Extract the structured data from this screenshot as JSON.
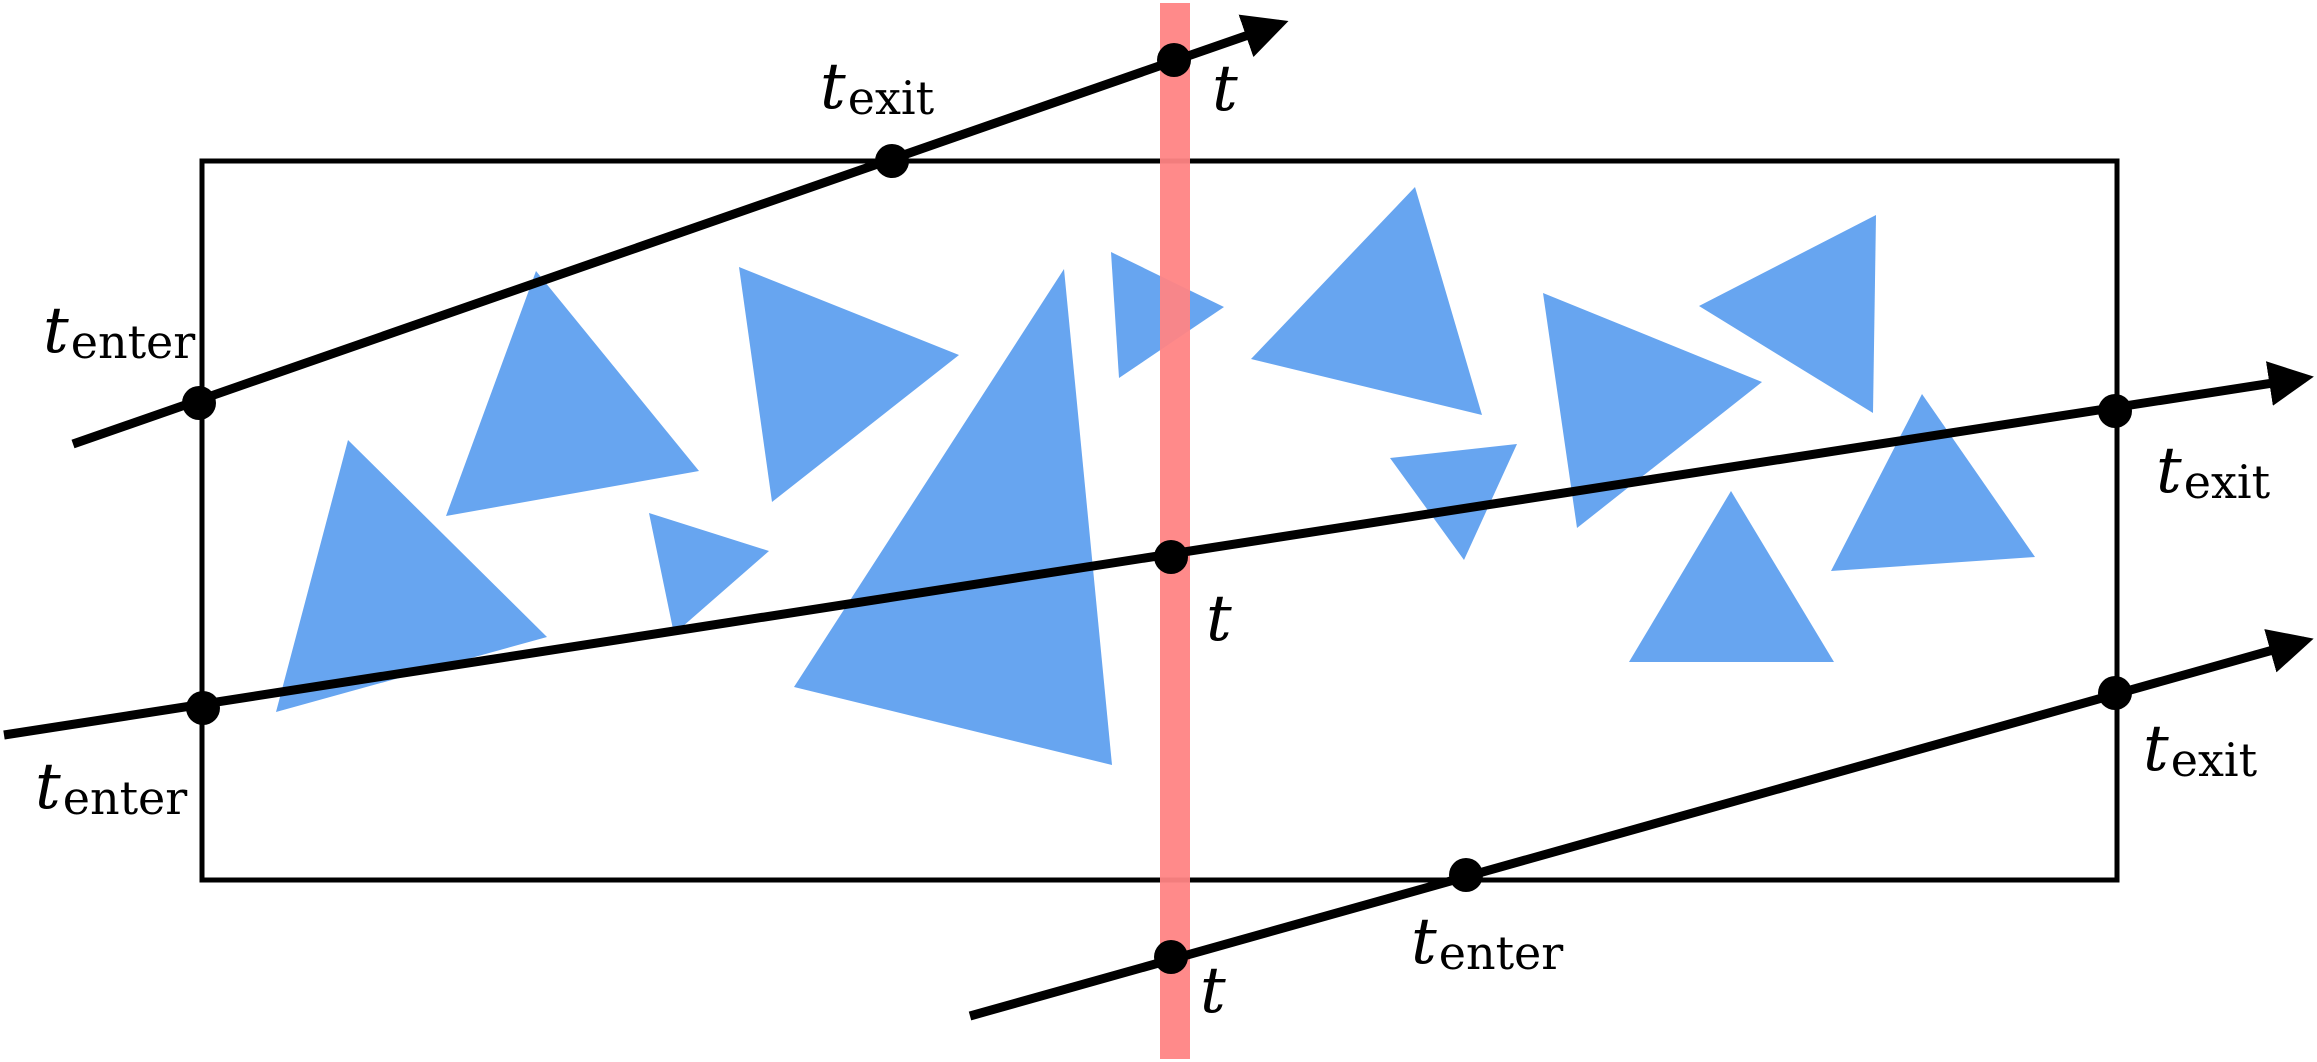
{
  "colors": {
    "triangle_fill": "#67a5f0",
    "plane_fill": "#ff8484",
    "ray_stroke": "#000000",
    "box_stroke": "#000000"
  },
  "labels": {
    "t": "t",
    "enter_sub": "enter",
    "exit_sub": "exit"
  }
}
